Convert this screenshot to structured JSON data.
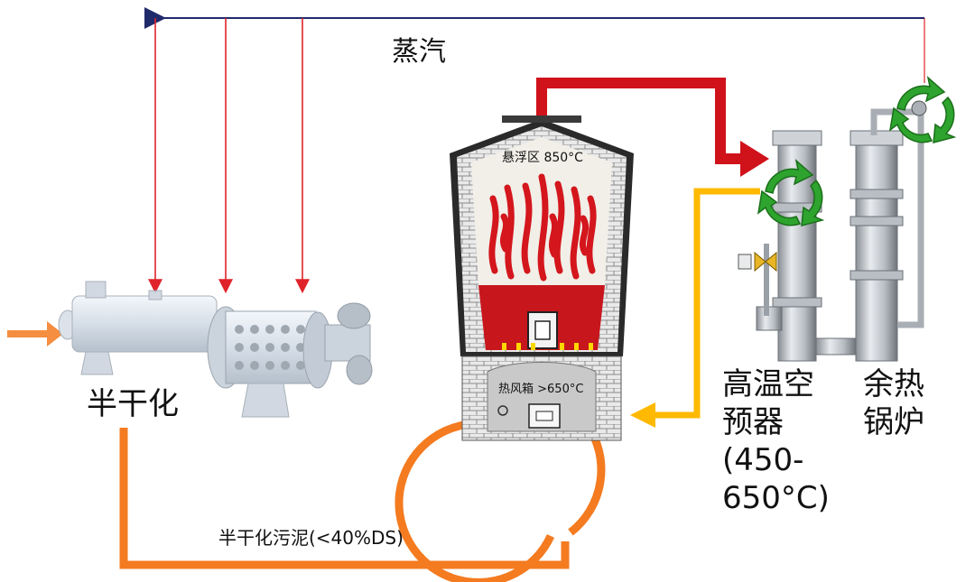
{
  "labels": {
    "steam": "蒸汽",
    "half_dry": "半干化",
    "sludge": "半干化污泥(<40%DS)",
    "suspension_zone": "悬浮区 850°C",
    "wind_box": "热风箱 >650°C",
    "preheater_line1": "高温空",
    "preheater_line2": "预器",
    "preheater_line3": "(450-",
    "preheater_line4": "650°C)",
    "boiler_line1": "余热",
    "boiler_line2": "锅炉"
  },
  "colors": {
    "steam_line": "#1f2a6b",
    "steam_drop": "#e0232a",
    "sludge_flow": "#f47b20",
    "flue_gas": "#d0121b",
    "hot_air": "#ffb900",
    "recycle": "#2ea42e",
    "furnace_red": "#c8161d"
  }
}
